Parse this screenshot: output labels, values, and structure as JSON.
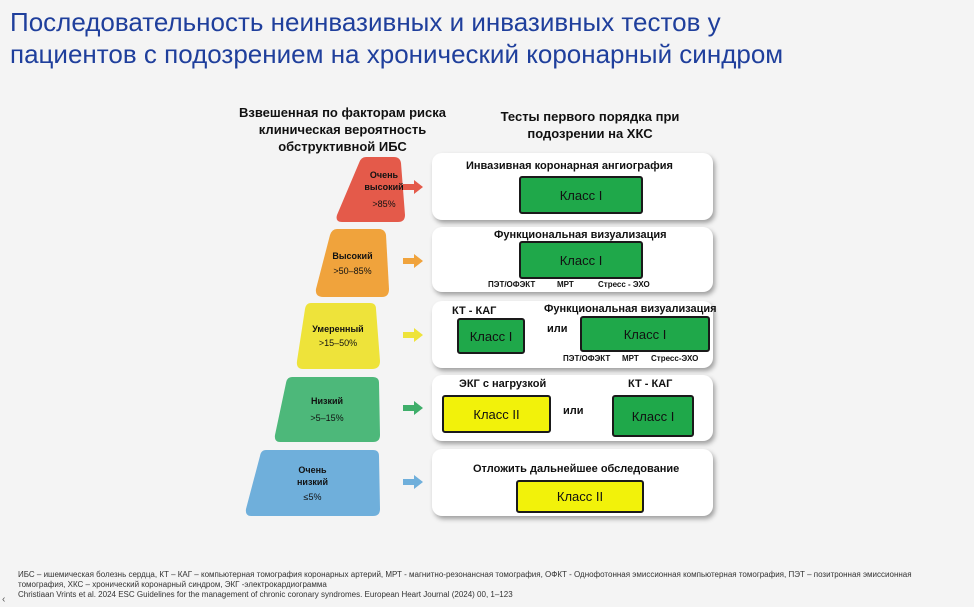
{
  "title": {
    "line1": "Последовательность неинвазивных и инвазивных тестов у",
    "line2": "пациентов с подозрением на хронический коронарный синдром"
  },
  "left_header": "Взвешенная по факторам риска клиническая вероятность обструктивной ИБС",
  "right_header": "Тесты первого порядка при подозрении на ХКС",
  "tiers": [
    {
      "name_line1": "Очень",
      "name_line2": "высокий",
      "range": ">85%",
      "color": "#e45a4a",
      "arrow_color": "#e45a4a"
    },
    {
      "name_line1": "Высокий",
      "name_line2": "",
      "range": ">50–85%",
      "color": "#f0a33c",
      "arrow_color": "#f0a33c"
    },
    {
      "name_line1": "Умеренный",
      "name_line2": "",
      "range": ">15–50%",
      "color": "#eee33a",
      "arrow_color": "#eee33a"
    },
    {
      "name_line1": "Низкий",
      "name_line2": "",
      "range": ">5–15%",
      "color": "#4db87a",
      "arrow_color": "#3fae6a"
    },
    {
      "name_line1": "Очень",
      "name_line2": "низкий",
      "range": "≤5%",
      "color": "#6fafdb",
      "arrow_color": "#6fafdb"
    }
  ],
  "panels": {
    "p1": {
      "title": "Инвазивная коронарная ангиография",
      "class_label": "Класс I"
    },
    "p2": {
      "title": "Функциональная визуализация",
      "class_label": "Класс I",
      "modalities": [
        "ПЭТ/ОФЭКТ",
        "МРТ",
        "Стресс - ЭХО"
      ]
    },
    "p3": {
      "left_title": "КТ - КАГ",
      "left_class": "Класс I",
      "or": "или",
      "right_title": "Функциональная визуализация",
      "right_class": "Класс I",
      "modalities": [
        "ПЭТ/ОФЭКТ",
        "МРТ",
        "Стресс-ЭХО"
      ]
    },
    "p4": {
      "left_title": "ЭКГ с нагрузкой",
      "left_class": "Класс II",
      "or": "или",
      "right_title": "КТ - КАГ",
      "right_class": "Класс I"
    },
    "p5": {
      "title": "Отложить дальнейшее обследование",
      "class_label": "Класс II"
    }
  },
  "footnote": {
    "line1": "ИБС – ишемическая болезнь сердца, КТ – КАГ – компьютерная томография коронарных артерий, МРТ - магнитно-резонансная томография, ОФКТ - Однофотонная эмиссионная компьютерная томография, ПЭТ – позитронная эмиссионная",
    "line2": "томография, ХКС – хронический коронарный синдром, ЭКГ -электрокардиограмма",
    "line3": "Christiaan Vrints et al. 2024 ESC Guidelines for the management of chronic coronary syndromes. European Heart Journal (2024) 00, 1–123"
  },
  "corner_icon": "chevron-left-icon"
}
